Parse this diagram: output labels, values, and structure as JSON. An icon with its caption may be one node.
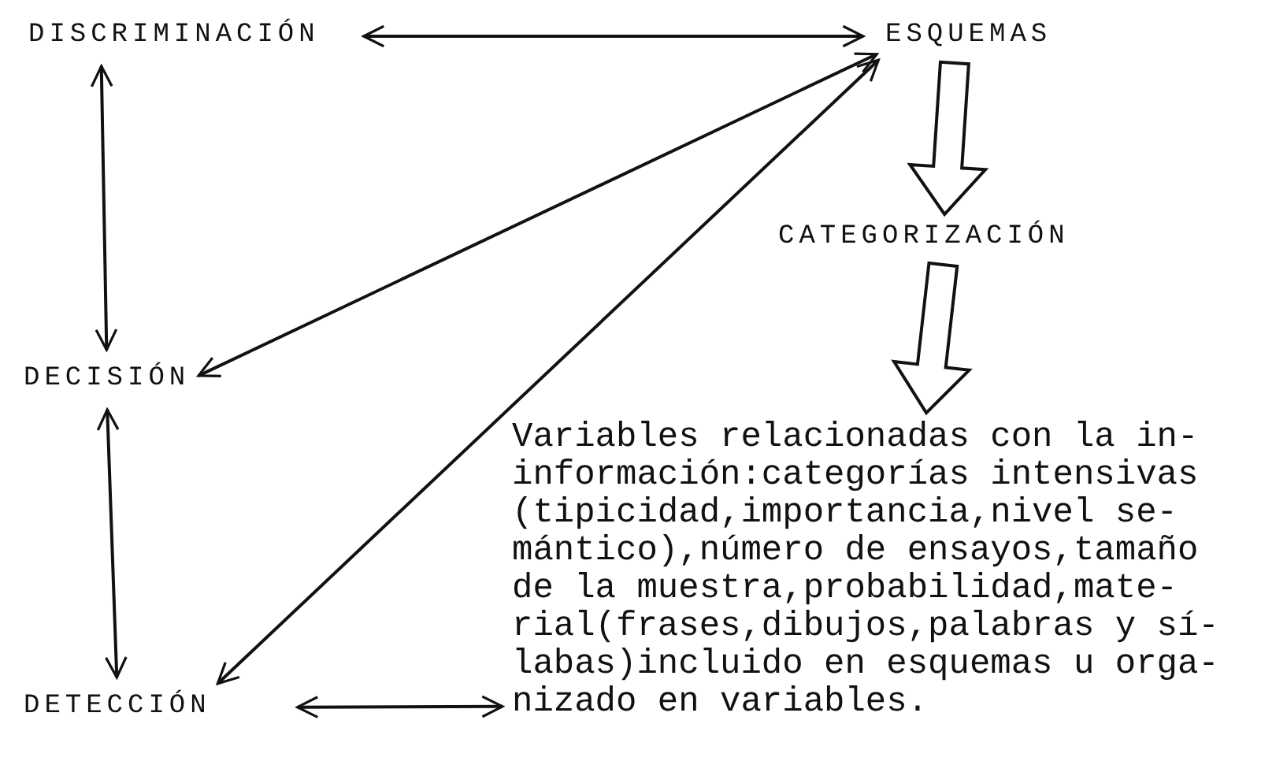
{
  "diagram": {
    "nodes": [
      {
        "text": [
          "DISCRIMINACIÓN"
        ]
      },
      {
        "text": [
          "ESQUEMAS"
        ]
      },
      {
        "text": [
          "CATEGORIZACIÓN"
        ]
      },
      {
        "text": [
          "DECISIÓN"
        ]
      },
      {
        "text": [
          "DETECCIÓN"
        ]
      },
      {
        "text": [
          "Variables relacionadas con la in- información:categorías intensivas (tipicidad,importancia,nivel se- mántico),número de ensayos,tamaño de la muestra,probabilidad,mate- rial(frases,dibujos,palabras y sí- labas)incluido en esquemas u orga- nizado en variables."
        ]
      }
    ],
    "edges": [
      {
        "from": 0,
        "to": 1,
        "arrow": "both"
      },
      {
        "from": 0,
        "to": 3,
        "arrow": "both"
      },
      {
        "from": 3,
        "to": 1,
        "arrow": "both"
      },
      {
        "from": 3,
        "to": 4,
        "arrow": "both"
      },
      {
        "from": 4,
        "to": 1,
        "arrow": "both"
      },
      {
        "from": 1,
        "to": 2,
        "arrow": "to",
        "style": "thick"
      },
      {
        "from": 2,
        "to": 5,
        "arrow": "to",
        "style": "thick"
      },
      {
        "from": 4,
        "to": 5,
        "arrow": "both"
      }
    ]
  }
}
